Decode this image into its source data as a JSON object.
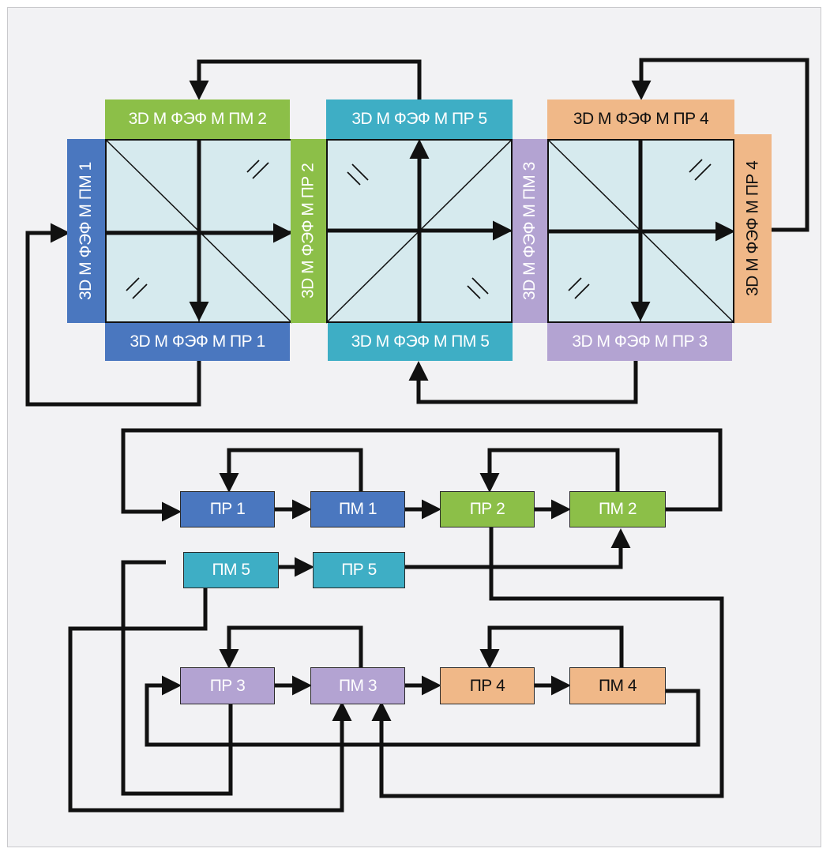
{
  "colors": {
    "blue": "#4a77bf",
    "green": "#8cbf48",
    "teal": "#3eaec5",
    "lavender": "#b3a3d2",
    "peach": "#f0b888",
    "panel": "#d6eaee"
  },
  "top_labels": {
    "pm2_top": "3D М ФЭФ М ПМ 2",
    "pr5_top": "3D М ФЭФ М ПР 5",
    "pr4_top": "3D М ФЭФ М ПР 4",
    "pr1_bottom": "3D М ФЭФ М ПР 1",
    "pm5_bottom": "3D М ФЭФ М ПМ 5",
    "pr3_bottom": "3D М ФЭФ М ПР 3",
    "pm1_side": "3D М ФЭФ М ПМ 1",
    "pr2_side": "3D М ФЭФ М ПР 2",
    "pm3_side": "3D М ФЭФ М ПМ 3",
    "pr4_side": "3D М ФЭФ М ПР 4"
  },
  "nodes": {
    "pr1": "ПР 1",
    "pm1": "ПМ 1",
    "pr2": "ПР 2",
    "pm2": "ПМ 2",
    "pm5": "ПМ 5",
    "pr5": "ПР 5",
    "pr3": "ПР 3",
    "pm3": "ПМ 3",
    "pr4": "ПР 4",
    "pm4": "ПМ 4"
  }
}
